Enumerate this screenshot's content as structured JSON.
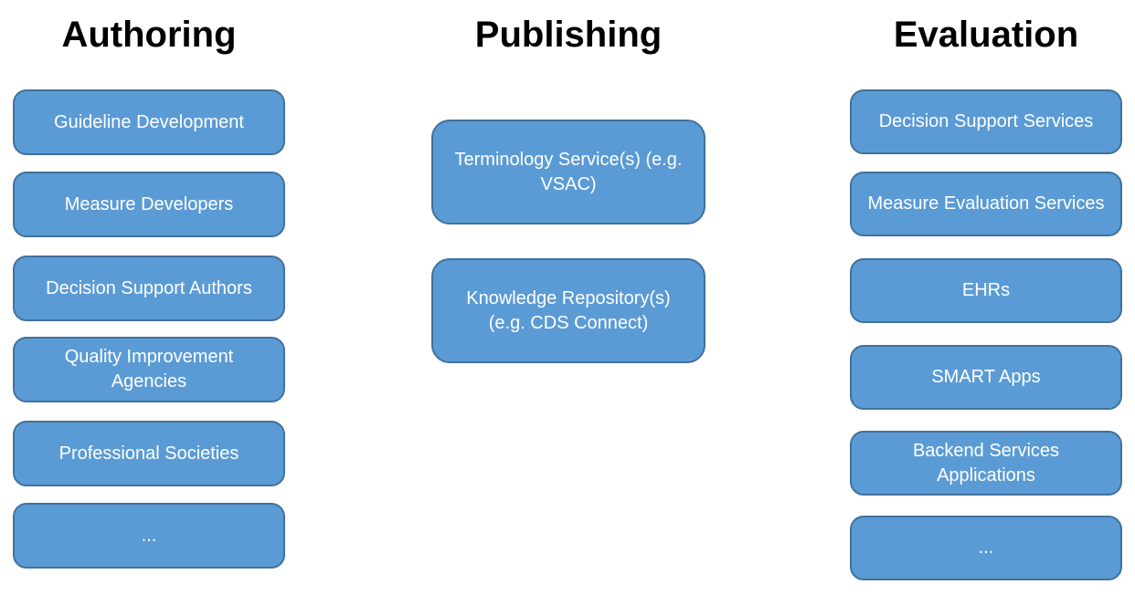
{
  "diagram": {
    "background_color": "#FFFFFF",
    "node_fill_color": "#5B9BD5",
    "node_border_color": "#41719C",
    "node_text_color": "#FFFFFF",
    "title_text_color": "#000000",
    "columns": [
      {
        "title": "Authoring",
        "nodes": [
          "Guideline Development",
          "Measure Developers",
          "Decision Support Authors",
          "Quality Improvement\nAgencies",
          "Professional Societies",
          "..."
        ]
      },
      {
        "title": "Publishing",
        "nodes": [
          "Terminology Service(s) (e.g.\nVSAC)",
          "Knowledge Repository(s)\n(e.g. CDS Connect)"
        ]
      },
      {
        "title": "Evaluation",
        "nodes": [
          "Decision Support Services",
          "Measure Evaluation Services",
          "EHRs",
          "SMART Apps",
          "Backend Services\nApplications",
          "..."
        ]
      }
    ]
  }
}
